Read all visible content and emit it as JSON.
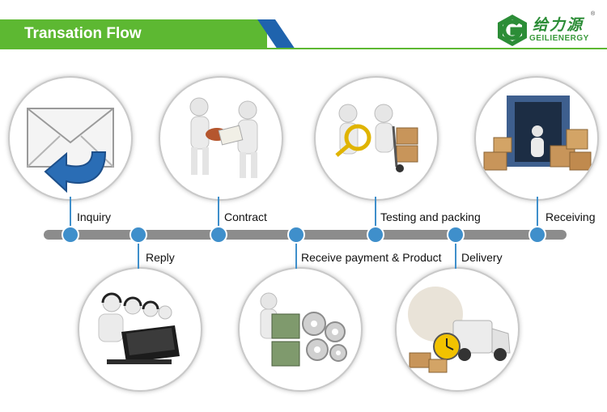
{
  "header": {
    "title": "Transation Flow",
    "logo_cn": "给力源",
    "logo_en": "GEILIENERGY",
    "logo_mark": "®"
  },
  "colors": {
    "brand_green": "#5db832",
    "accent_blue": "#1f63ad",
    "node_blue": "#3f8fcb",
    "timeline_gray": "#8c8c8c"
  },
  "steps": [
    {
      "label": "Inquiry",
      "icon": "envelope-reply-icon"
    },
    {
      "label": "Reply",
      "icon": "call-center-icon"
    },
    {
      "label": "Contract",
      "icon": "handshake-contract-icon"
    },
    {
      "label": "Receive payment & Product",
      "icon": "money-gears-icon"
    },
    {
      "label": "Testing and packing",
      "icon": "inspection-packing-icon"
    },
    {
      "label": "Delivery",
      "icon": "delivery-truck-icon"
    },
    {
      "label": "Receiving",
      "icon": "container-boxes-icon"
    }
  ]
}
